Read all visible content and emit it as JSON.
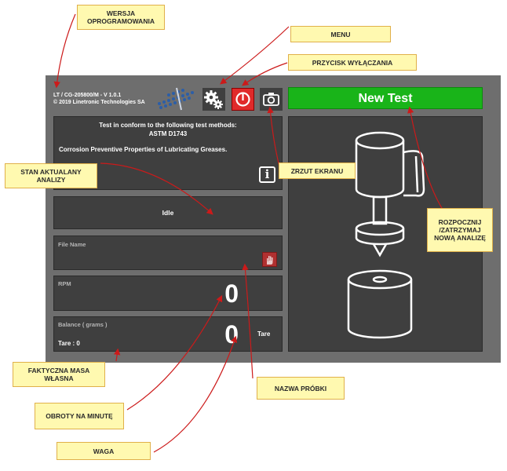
{
  "header": {
    "version_line1": "LT / CG-205800/M - V 1.0.1",
    "version_line2": "© 2019 Linetronic Technologies SA",
    "new_test_label": "New Test"
  },
  "icons": {
    "menu": "gear-icon",
    "power": "power-icon",
    "camera": "camera-icon",
    "info": "info-icon",
    "hand": "hand-icon"
  },
  "test_info": {
    "line1": "Test in conform to the following test methods:",
    "line2": "ASTM D1743",
    "line3": "Corrosion Preventive Properties of Lubricating Greases."
  },
  "status": {
    "text": "Idle"
  },
  "file": {
    "label": "File Name"
  },
  "rpm": {
    "label": "RPM",
    "value": "0"
  },
  "balance": {
    "label": "Balance ( grams )",
    "value": "0",
    "tare_label": "Tare",
    "tare_value": "Tare : 0"
  },
  "annotations": {
    "software_version": "WERSJA OPROGRAMOWANIA",
    "menu": "MENU",
    "power": "PRZYCISK WYŁĄCZANIA",
    "screenshot": "ZRZUT EKRANU",
    "analysis_state": "STAN AKTUALANY ANALIZY",
    "start_stop": "ROZPOCZNIJ /ZATRZYMAJ NOWĄ ANALIZĘ",
    "tare_mass": "FAKTYCZNA MASA WŁASNA",
    "sample_name": "NAZWA PRÓBKI",
    "rpm": "OBROTY NA MINUTĘ",
    "scale": "WAGA"
  },
  "colors": {
    "frame": "#6e6e6e",
    "panel": "#3f3f3f",
    "power": "#e02a2a",
    "new_test": "#19b419",
    "annotation_bg": "#fff9b0",
    "arrow": "#cc1a1a"
  }
}
